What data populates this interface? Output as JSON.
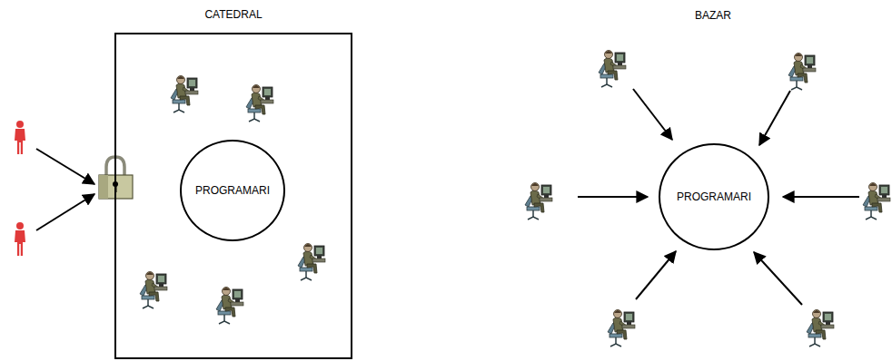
{
  "diagram": {
    "nodes": [
      {
        "text": [
          "CATEDRAL"
        ]
      },
      {
        "text": [
          "PROGRAMARI"
        ],
        "in": 0
      },
      {
        "text": [
          "PROGRAMARI"
        ]
      }
    ],
    "labels": [
      "BAZAR"
    ]
  }
}
